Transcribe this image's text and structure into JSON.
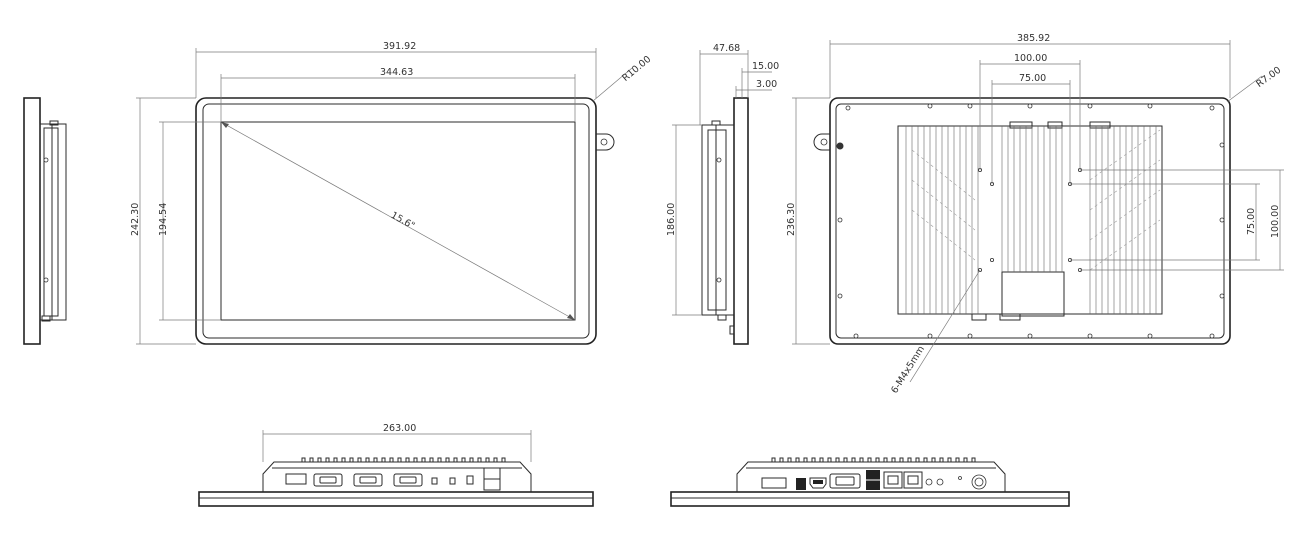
{
  "dimensions": {
    "front_width_outer": "391.92",
    "front_width_active": "344.63",
    "front_height_outer": "242.30",
    "front_height_active": "194.54",
    "corner_radius_front": "R10.00",
    "screen_diagonal": "15.6\"",
    "side_depth": "47.68",
    "side_bezel_thickness": "15.00",
    "side_lip": "3.00",
    "side_height": "186.00",
    "rear_width": "385.92",
    "rear_vesa_100": "100.00",
    "rear_vesa_75": "75.00",
    "rear_height": "236.30",
    "corner_radius_rear": "R7.00",
    "rear_vesa_75_vertical": "75.00",
    "rear_vesa_100_vertical": "100.00",
    "screw_spec": "6-M4x5mm",
    "bottom_width": "263.00"
  }
}
